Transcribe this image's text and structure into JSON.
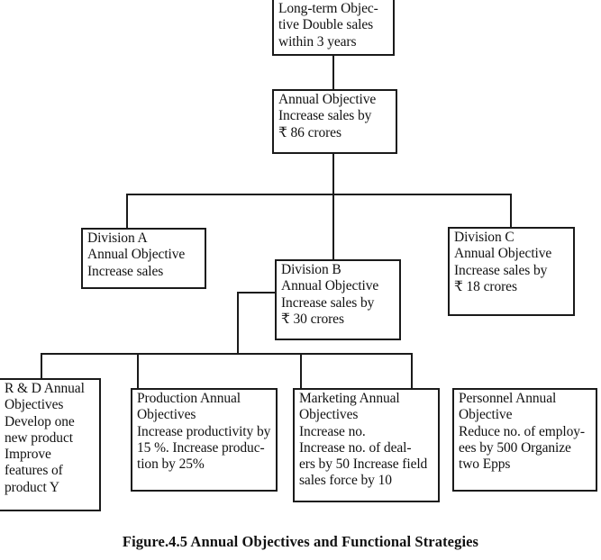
{
  "figure": {
    "caption": "Figure.4.5 Annual Objectives and Functional Strategies",
    "currency_symbol": "₹"
  },
  "nodes": {
    "long_term_objective": {
      "label": "Long-term Objective",
      "text": "Long-term Objec-\ntive Double sales\nwithin 3 years"
    },
    "annual_objective": {
      "label": "Annual Objective",
      "text": "Annual Objective\nIncrease sales by\n₹ 86 crores"
    },
    "division_a": {
      "label": "Division A",
      "text": "Division A\nAnnual Objective\nIncrease sales"
    },
    "division_b": {
      "label": "Division B",
      "text": "Division B\nAnnual Objective\nIncrease sales by\n₹ 30 crores"
    },
    "division_c": {
      "label": "Division C",
      "text": "Division C\nAnnual Objective\nIncrease sales by\n₹ 18 crores"
    },
    "rnd": {
      "label": "R & D Annual Objectives",
      "text": "R & D Annual\nObjectives\nDevelop one\nnew product\nImprove\nfeatures of\nproduct Y"
    },
    "production": {
      "label": "Production Annual Objectives",
      "text": "Production Annual\nObjectives\nIncrease productivity by\n15 %.  Increase produc-\ntion by 25%"
    },
    "marketing": {
      "label": "Marketing Annual Objectives",
      "text": "Marketing Annual\nObjectives\nIncrease no.\nIncrease no. of deal-\ners by 50 Increase field\nsales force by 10"
    },
    "personnel": {
      "label": "Personnel Annual Objective",
      "text": "Personnel Annual\nObjective\nReduce no. of employ-\nees by 500 Organize\ntwo Epps"
    }
  },
  "colors": {
    "line": "#1a1a1a",
    "background": "#ffffff",
    "text": "#111111"
  }
}
